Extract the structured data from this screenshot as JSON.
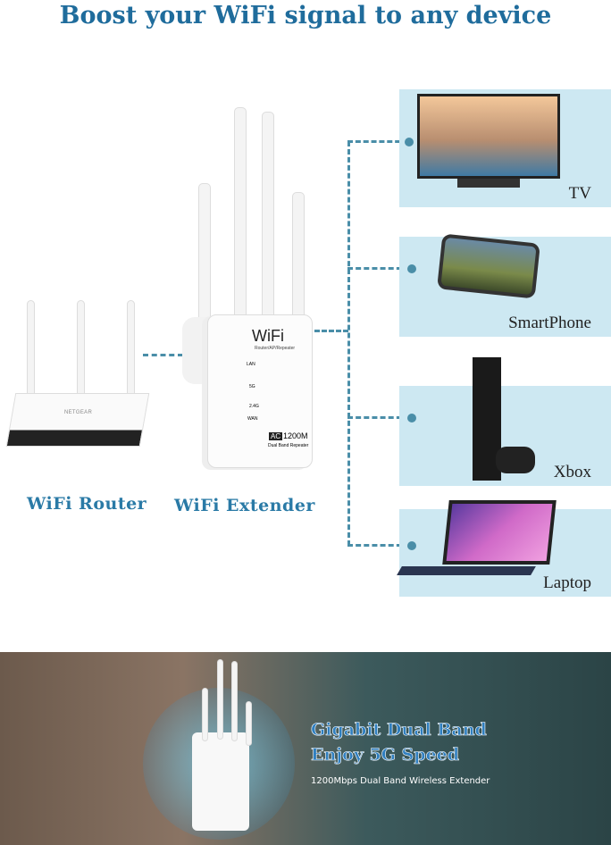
{
  "title": "Boost your WiFi signal to any device",
  "devices": [
    {
      "label": "TV"
    },
    {
      "label": "SmartPhone"
    },
    {
      "label": "Xbox"
    },
    {
      "label": "Laptop"
    }
  ],
  "router": {
    "label": "WiFi Router",
    "brand": "NETGEAR"
  },
  "extender": {
    "label": "WiFi Extender",
    "logo": "WiFi",
    "sub": "Router/AP/Repeater",
    "badge": "AC",
    "speed": "1200M",
    "band": "Dual Band Repeater",
    "leds": [
      "LAN",
      "5G",
      "2.4G",
      "WAN"
    ]
  },
  "photo": {
    "headline1": "Gigabit Dual Band",
    "headline2": "Enjoy 5G Speed",
    "subtitle": "1200Mbps Dual Band Wireless Extender"
  },
  "colors": {
    "accent": "#1f6c9c",
    "panel": "#cde8f2",
    "line": "#4a8ea8"
  }
}
